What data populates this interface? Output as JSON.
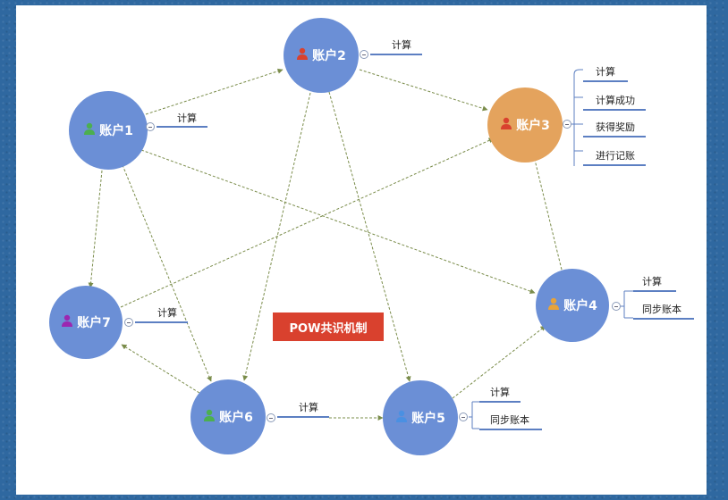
{
  "diagram": {
    "title": "POW共识机制",
    "nodes": {
      "a1": {
        "label": "账户1",
        "icon_color": "#4caf50"
      },
      "a2": {
        "label": "账户2",
        "icon_color": "#d9412e"
      },
      "a3": {
        "label": "账户3",
        "icon_color": "#d9412e"
      },
      "a4": {
        "label": "账户4",
        "icon_color": "#e8a33a"
      },
      "a5": {
        "label": "账户5",
        "icon_color": "#4a90e2"
      },
      "a6": {
        "label": "账户6",
        "icon_color": "#4caf50"
      },
      "a7": {
        "label": "账户7",
        "icon_color": "#9c27b0"
      }
    },
    "branches": {
      "a1": [
        "计算"
      ],
      "a2": [
        "计算"
      ],
      "a3": [
        "计算",
        "计算成功",
        "获得奖励",
        "进行记账"
      ],
      "a4": [
        "计算",
        "同步账本"
      ],
      "a5": [
        "计算",
        "同步账本"
      ],
      "a6": [
        "计算"
      ],
      "a7": [
        "计算"
      ]
    },
    "edges": [
      [
        "a1",
        "a2"
      ],
      [
        "a1",
        "a7"
      ],
      [
        "a1",
        "a6"
      ],
      [
        "a1",
        "a4"
      ],
      [
        "a2",
        "a3"
      ],
      [
        "a2",
        "a6"
      ],
      [
        "a2",
        "a5"
      ],
      [
        "a7",
        "a3"
      ],
      [
        "a6",
        "a7"
      ],
      [
        "a6",
        "a5"
      ],
      [
        "a5",
        "a4"
      ],
      [
        "a4",
        "a3"
      ]
    ],
    "colors": {
      "node": "#6b8fd6",
      "highlight_node": "#e4a35d",
      "edge": "#7a8c4a",
      "branch_line": "#5c7fc2",
      "title_box": "#d9412e"
    },
    "icons": {
      "node": "person-icon",
      "collapse": "collapse-minus-icon"
    }
  }
}
